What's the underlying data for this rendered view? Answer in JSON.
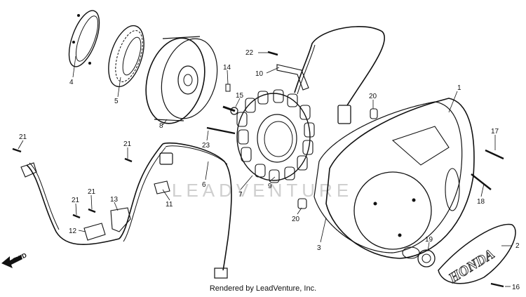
{
  "diagram": {
    "watermark": "LEADVENTURE",
    "footer": "Rendered by LeadVenture, Inc.",
    "direction_label": "FWD",
    "cover_logo": "HONDA",
    "callouts": [
      {
        "id": "c1",
        "label": "1"
      },
      {
        "id": "c2",
        "label": "2"
      },
      {
        "id": "c3",
        "label": "3"
      },
      {
        "id": "c4",
        "label": "4"
      },
      {
        "id": "c5",
        "label": "5"
      },
      {
        "id": "c6",
        "label": "6"
      },
      {
        "id": "c7",
        "label": "7"
      },
      {
        "id": "c8",
        "label": "8"
      },
      {
        "id": "c9",
        "label": "9"
      },
      {
        "id": "c10",
        "label": "10"
      },
      {
        "id": "c11",
        "label": "11"
      },
      {
        "id": "c12",
        "label": "12"
      },
      {
        "id": "c13",
        "label": "13"
      },
      {
        "id": "c14",
        "label": "14"
      },
      {
        "id": "c15",
        "label": "15"
      },
      {
        "id": "c16",
        "label": "16"
      },
      {
        "id": "c17",
        "label": "17"
      },
      {
        "id": "c18",
        "label": "18"
      },
      {
        "id": "c19",
        "label": "19"
      },
      {
        "id": "c20a",
        "label": "20"
      },
      {
        "id": "c20b",
        "label": "20"
      },
      {
        "id": "c21a",
        "label": "21"
      },
      {
        "id": "c21b",
        "label": "21"
      },
      {
        "id": "c21c",
        "label": "21"
      },
      {
        "id": "c21d",
        "label": "21"
      },
      {
        "id": "c22",
        "label": "22"
      },
      {
        "id": "c23",
        "label": "23"
      }
    ]
  }
}
